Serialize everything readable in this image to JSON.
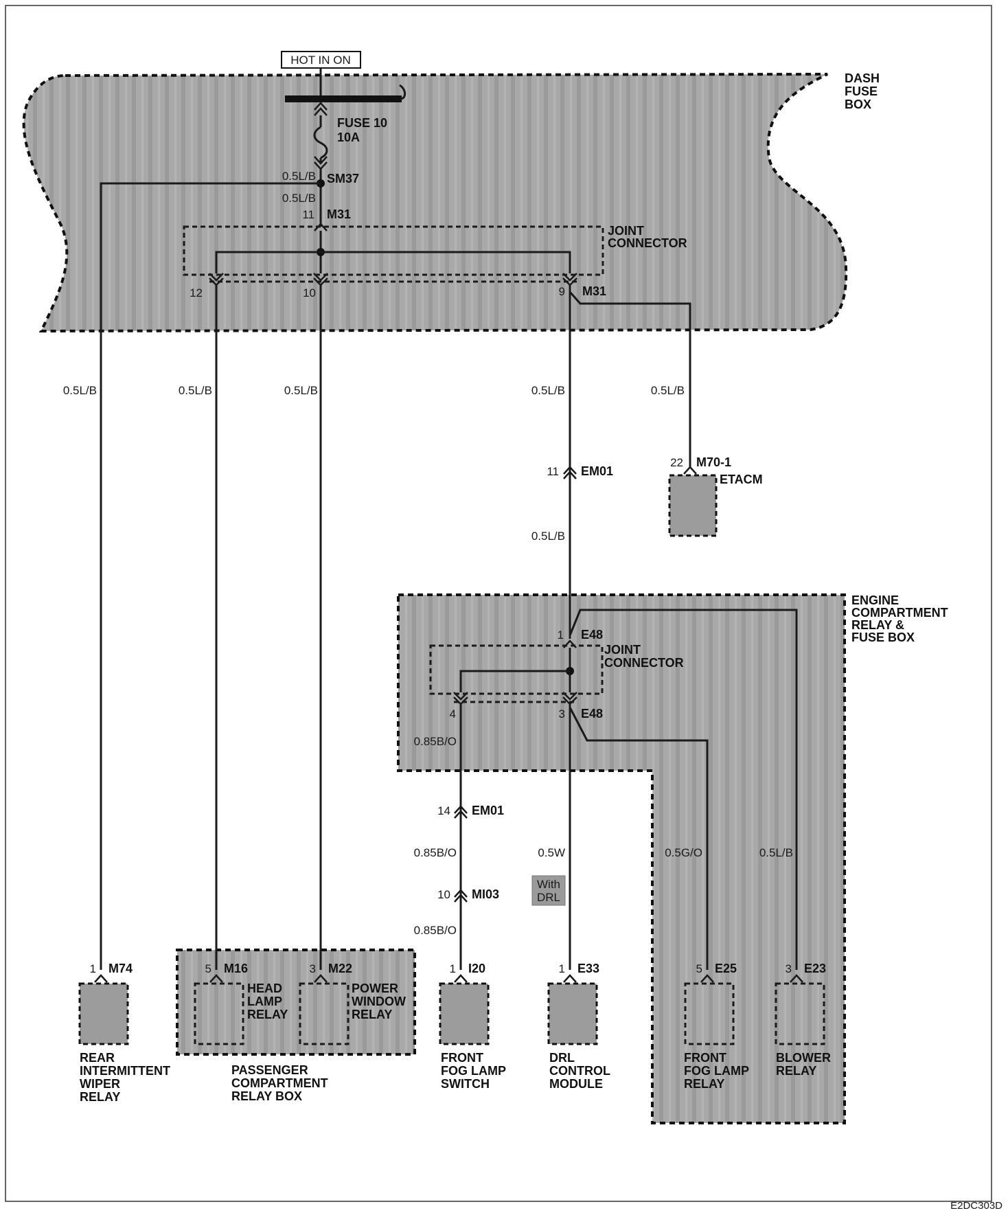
{
  "source": {
    "label": "HOT IN ON"
  },
  "fuse": {
    "name": "FUSE 10",
    "rating": "10A"
  },
  "boxes": {
    "dash_fuse_box": [
      "DASH",
      "FUSE",
      "BOX"
    ],
    "engine_box": [
      "ENGINE",
      "COMPARTMENT",
      "RELAY &",
      "FUSE BOX"
    ],
    "passenger_box": [
      "PASSENGER",
      "COMPARTMENT",
      "RELAY BOX"
    ]
  },
  "joint_connector_label": [
    "JOINT",
    "CONNECTOR"
  ],
  "connectors": {
    "sm37": "SM37",
    "m31": "M31",
    "em01": "EM01",
    "m70_1": "M70-1",
    "e48": "E48",
    "mi03": "MI03",
    "m74": "M74",
    "m16": "M16",
    "m22": "M22",
    "i20": "I20",
    "e33": "E33",
    "e25": "E25",
    "e23": "E23"
  },
  "pins": {
    "m31_in": "11",
    "m31_a": "12",
    "m31_b": "10",
    "m31_c": "9",
    "em01_a": "11",
    "m70_1": "22",
    "e48_in": "1",
    "e48_a": "4",
    "e48_b": "3",
    "em01_b": "14",
    "mi03": "10",
    "m74": "1",
    "m16": "5",
    "m22": "3",
    "i20": "1",
    "e33": "1",
    "e25": "5",
    "e23": "3"
  },
  "wires": {
    "lb": "0.5L/B",
    "bo": "0.85B/O",
    "w": "0.5W",
    "go": "0.5G/O"
  },
  "option_tag": [
    "With",
    "DRL"
  ],
  "components": {
    "etacm": "ETACM",
    "rear_wiper": [
      "REAR",
      "INTERMITTENT",
      "WIPER",
      "RELAY"
    ],
    "head_lamp": [
      "HEAD",
      "LAMP",
      "RELAY"
    ],
    "power_window": [
      "POWER",
      "WINDOW",
      "RELAY"
    ],
    "fog_switch": [
      "FRONT",
      "FOG LAMP",
      "SWITCH"
    ],
    "drl_module": [
      "DRL",
      "CONTROL",
      "MODULE"
    ],
    "fog_relay": [
      "FRONT",
      "FOG LAMP",
      "RELAY"
    ],
    "blower_relay": [
      "BLOWER",
      "RELAY"
    ]
  },
  "figure_code": "E2DC303D"
}
